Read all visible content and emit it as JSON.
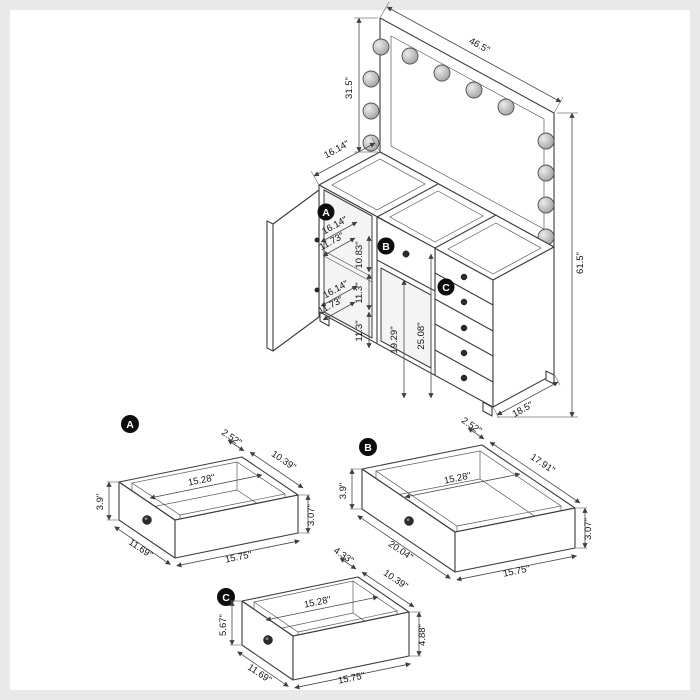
{
  "colors": {
    "line": "#3d3d3d",
    "paper": "#ffffff",
    "frame": "#e9e9e9",
    "badge": "#0d0d0d"
  },
  "main": {
    "badge_a": "A",
    "badge_b": "B",
    "badge_c": "C",
    "dims": {
      "mirror_width": "46.5\"",
      "mirror_height": "31.5\"",
      "overall_height": "61.5\"",
      "top_depth": "16.14\"",
      "bottom_depth": "18.5\"",
      "upper_inner_depth": "16.14\"",
      "upper_inner_width": "11.73\"",
      "upper_inner_height": "10.83\"",
      "upper_shelf_height": "11.3\"",
      "lower_inner_depth": "16.14\"",
      "lower_inner_width": "11.73\"",
      "lower_shelf_height": "11.3\"",
      "open_compartment_height": "19.29\"",
      "drawer_bank_height": "25.08\""
    }
  },
  "drawers": {
    "a": {
      "badge": "A",
      "lip": "2.52\"",
      "inner_depth": "10.39\"",
      "inner_width": "15.28\"",
      "front_height": "3.07\"",
      "outer_width": "15.75\"",
      "side_height": "3.9\"",
      "outer_depth": "11.69\""
    },
    "b": {
      "badge": "B",
      "lip": "2.52\"",
      "inner_depth": "17.91\"",
      "inner_width": "15.28\"",
      "front_height": "3.07\"",
      "outer_width": "15.75\"",
      "side_height": "3.9\"",
      "outer_depth": "20.04\""
    },
    "c": {
      "badge": "C",
      "lip": "4.33\"",
      "inner_depth": "10.39\"",
      "inner_width": "15.28\"",
      "front_height": "4.88\"",
      "outer_width": "15.75\"",
      "side_height": "5.67\"",
      "outer_depth": "11.69\""
    }
  }
}
